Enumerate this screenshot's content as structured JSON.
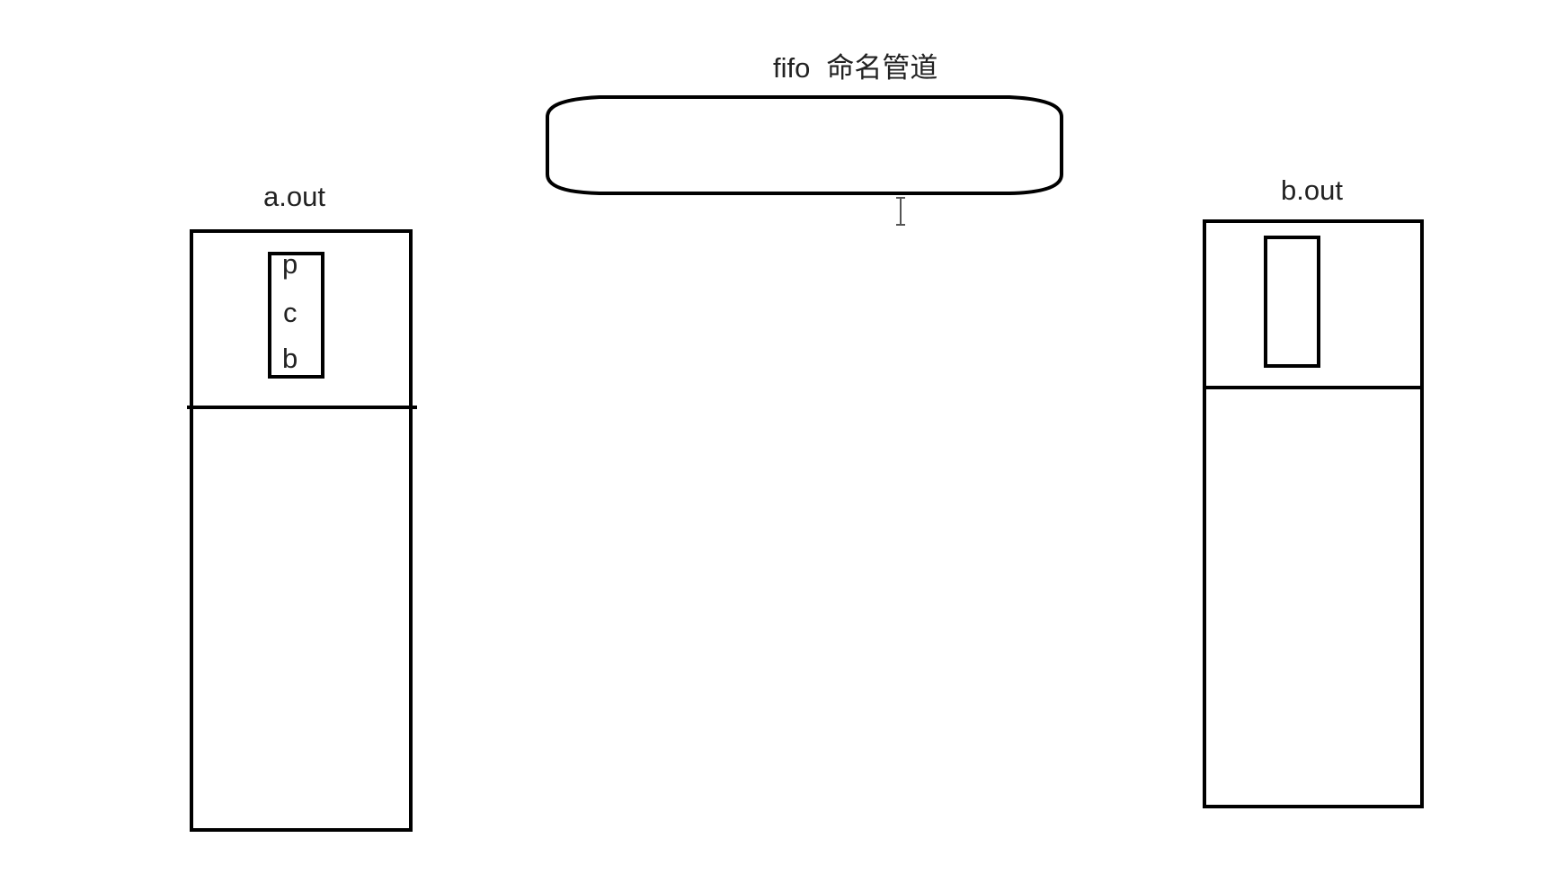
{
  "diagram": {
    "pipe": {
      "title_en": "fifo",
      "title_zh": "命名管道"
    },
    "process_a": {
      "label": "a.out",
      "inner_slots": [
        "p",
        "c",
        "b"
      ]
    },
    "process_b": {
      "label": "b.out",
      "inner_slots": []
    },
    "colors": {
      "stroke": "#000000",
      "background": "#ffffff",
      "text": "#222222"
    }
  }
}
